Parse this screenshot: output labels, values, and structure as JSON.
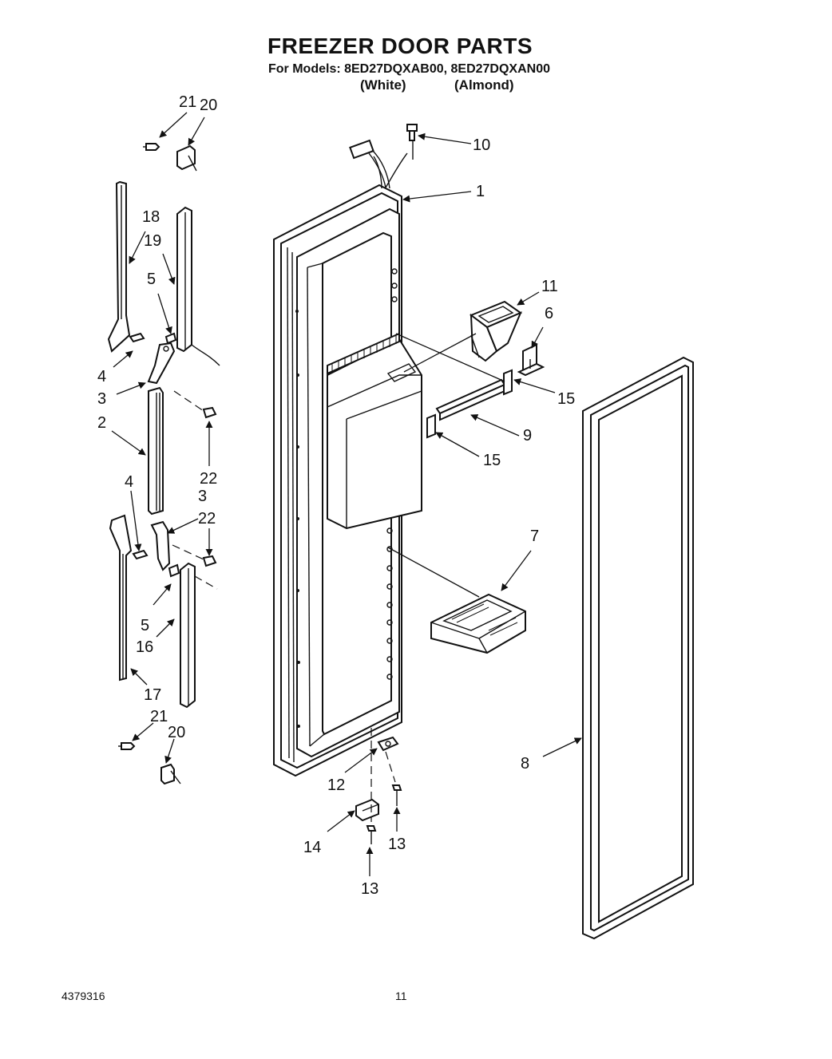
{
  "header": {
    "title": "FREEZER DOOR PARTS",
    "models_line": "For Models: 8ED27DQXAB00, 8ED27DQXAN00",
    "variant_white": "(White)",
    "variant_almond": "(Almond)"
  },
  "callouts": {
    "c1": "1",
    "c2": "2",
    "c3a": "3",
    "c3b": "3",
    "c4a": "4",
    "c4b": "4",
    "c5a": "5",
    "c5b": "5",
    "c6": "6",
    "c7": "7",
    "c8": "8",
    "c9": "9",
    "c10": "10",
    "c11": "11",
    "c12": "12",
    "c13a": "13",
    "c13b": "13",
    "c14": "14",
    "c15a": "15",
    "c15b": "15",
    "c16": "16",
    "c17": "17",
    "c18": "18",
    "c19": "19",
    "c20a": "20",
    "c20b": "20",
    "c21a": "21",
    "c21b": "21",
    "c22a": "22",
    "c22b": "22"
  },
  "footer": {
    "document_number": "4379316",
    "page_number": "11"
  },
  "colors": {
    "ink": "#111111",
    "paper": "#ffffff"
  }
}
